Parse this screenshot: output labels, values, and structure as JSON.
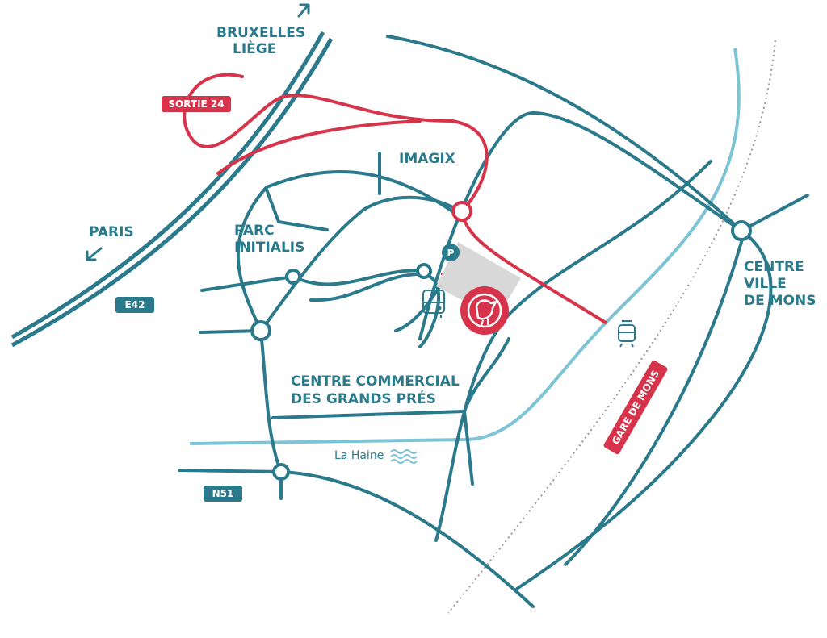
{
  "colors": {
    "road": "#2b7a8c",
    "route": "#d7334a",
    "river": "#7cc4d6",
    "rail": "#9a9a9a",
    "building": "#d8d8d8",
    "white": "#ffffff"
  },
  "labels": {
    "bruxelles": "BRUXELLES",
    "liege": "LIÈGE",
    "paris": "PARIS",
    "imagix": "IMAGIX",
    "parc_line1": "PARC",
    "parc_line2": "INITIALIS",
    "centre_commercial_line1": "CENTRE COMMERCIAL",
    "centre_commercial_line2": "DES GRANDS PRÉS",
    "centre_ville_line1": "CENTRE",
    "centre_ville_line2": "VILLE",
    "centre_ville_line3": "DE MONS",
    "la_haine": "La Haine"
  },
  "badges": {
    "sortie": "SORTIE 24",
    "e42": "E42",
    "n51": "N51",
    "gare": "GARE DE MONS"
  },
  "icons": {
    "parking": "P",
    "parking_icon": "parking-icon",
    "bus_icon": "bus-icon",
    "tram_icon": "tram-icon",
    "destination_icon": "bird-logo-icon",
    "water_icon": "water-waves-icon",
    "arrow_icon": "direction-arrow-icon"
  }
}
